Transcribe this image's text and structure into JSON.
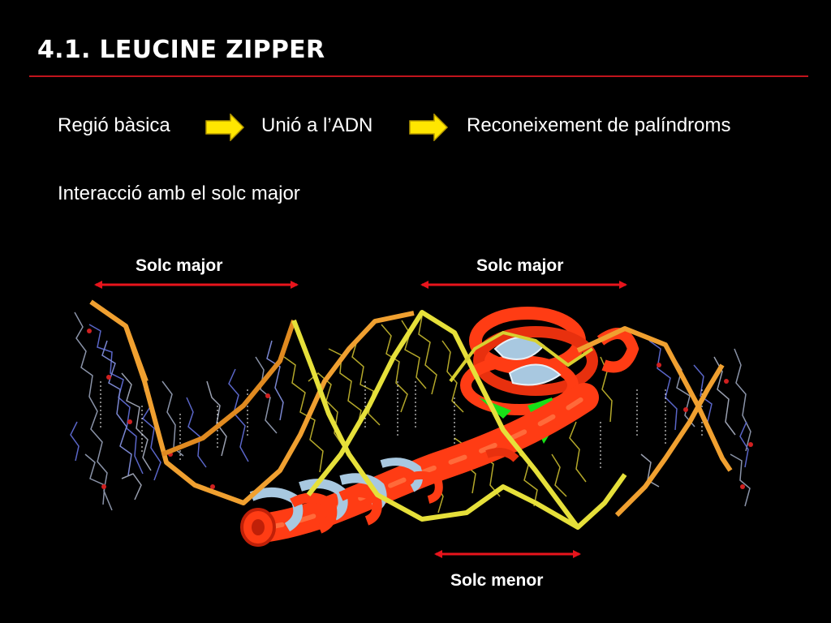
{
  "slide": {
    "title": "4.1. LEUCINE ZIPPER",
    "flow": [
      "Regió bàsica",
      "Unió a l’ADN",
      "Reconeixement de palíndroms"
    ],
    "subtitle": "Interacció amb el solc major",
    "groove_labels": {
      "major_left": "Solc major",
      "major_right": "Solc major",
      "minor": "Solc menor"
    }
  },
  "colors": {
    "background": "#000000",
    "title_rule": "#c0141c",
    "flow_arrow": "#ffe600",
    "groove_arrow": "#e8141c",
    "dna_backbone_a": "#f0a030",
    "dna_backbone_b": "#e6e03a",
    "protein_helix": "#ff3c14",
    "protein_helix_light": "#a8c8e0",
    "protein_highlight": "#18e018"
  },
  "icons": {
    "flow_arrow": "right-arrow-icon",
    "groove_arrow": "double-headed-arrow-icon"
  }
}
